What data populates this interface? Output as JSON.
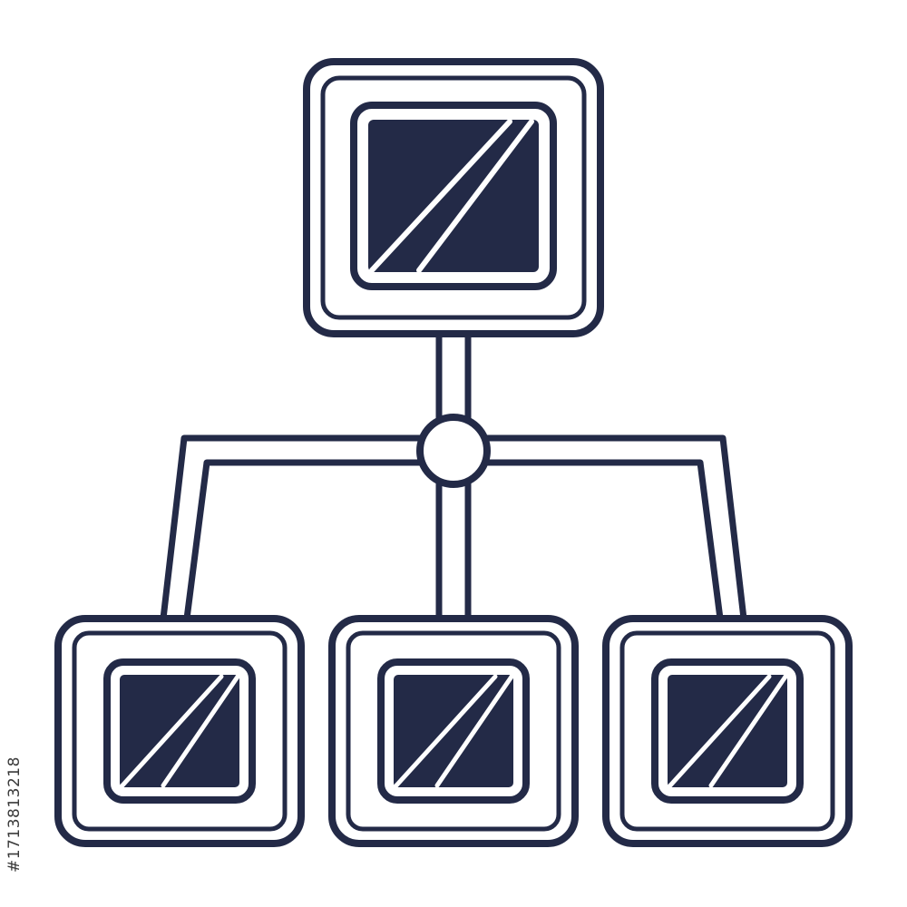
{
  "diagram": {
    "stroke_color": "#232a47",
    "fill_color": "#232a47",
    "background": "#ffffff",
    "nodes": [
      {
        "id": "root",
        "icon": "window-monitor-icon"
      },
      {
        "id": "child-left",
        "icon": "window-monitor-icon"
      },
      {
        "id": "child-center",
        "icon": "window-monitor-icon"
      },
      {
        "id": "child-right",
        "icon": "window-monitor-icon"
      }
    ],
    "edges": [
      {
        "from": "root",
        "to": "junction"
      },
      {
        "from": "junction",
        "to": "child-left"
      },
      {
        "from": "junction",
        "to": "child-center"
      },
      {
        "from": "junction",
        "to": "child-right"
      }
    ]
  },
  "watermark": {
    "id_text": "#1713813218"
  }
}
